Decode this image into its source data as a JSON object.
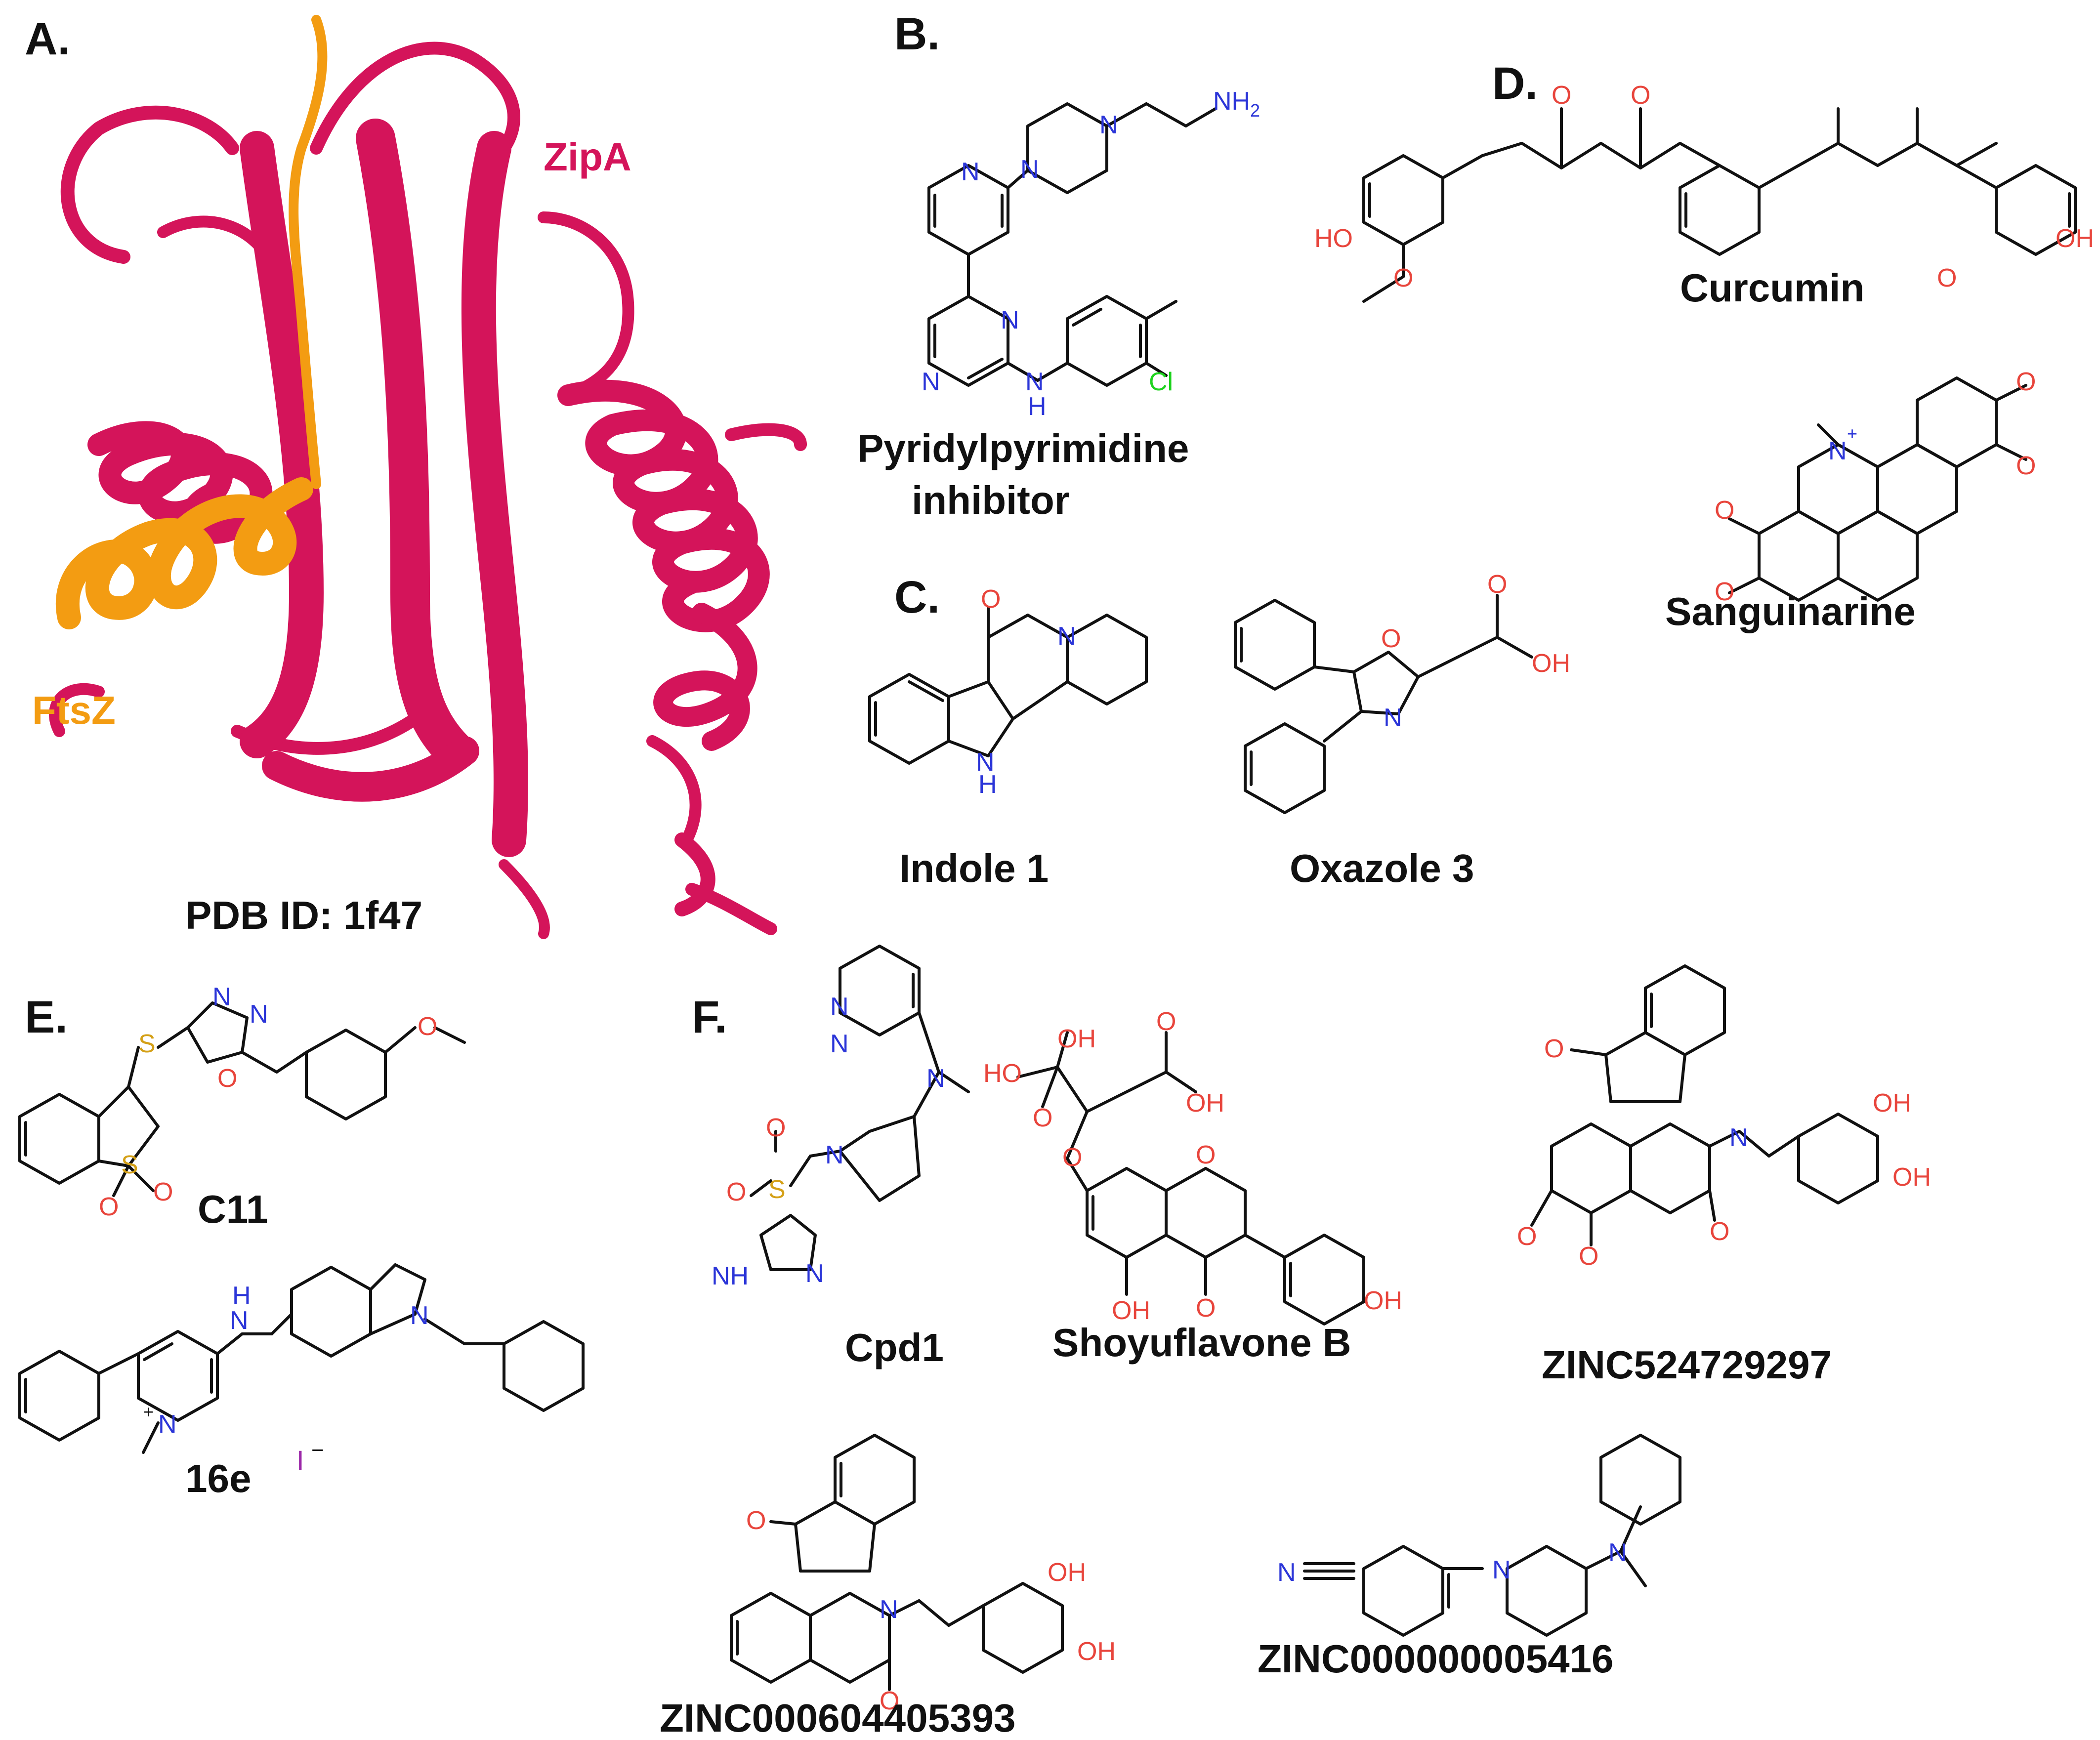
{
  "panels": {
    "a": {
      "letter": "A.",
      "protein_label": "ZipA",
      "peptide_label": "FtsZ",
      "caption": "PDB ID: 1f47"
    },
    "b": {
      "letter": "B.",
      "name_line1": "Pyridylpyrimidine",
      "name_line2": "inhibitor"
    },
    "c": {
      "letter": "C.",
      "name1": "Indole 1",
      "name2": "Oxazole 3"
    },
    "d": {
      "letter": "D.",
      "name1": "Curcumin",
      "name2": "Sanguinarine"
    },
    "e": {
      "letter": "E.",
      "name1": "C11",
      "name2": "16e",
      "counterion": "I",
      "counterion_charge": "−"
    },
    "f": {
      "letter": "F.",
      "name1": "Cpd1",
      "name2": "Shoyuflavone B",
      "name3": "ZINC524729297",
      "name4": "ZINC000604405393",
      "name5": "ZINC000000005416"
    }
  },
  "atoms": {
    "nh2": "NH",
    "nh2_sub": "2",
    "n": "N",
    "nh": "NH",
    "h": "H",
    "o": "O",
    "oh": "OH",
    "ho": "HO",
    "cl": "Cl",
    "s": "S",
    "plus": "+"
  },
  "colors": {
    "zipa": "#d4145a",
    "ftsz": "#f39c12",
    "nitrogen": "#2b35d8",
    "oxygen": "#e8453c",
    "chlorine": "#1fd31f",
    "sulfur": "#d4a017",
    "iodine": "#9b27a8"
  }
}
